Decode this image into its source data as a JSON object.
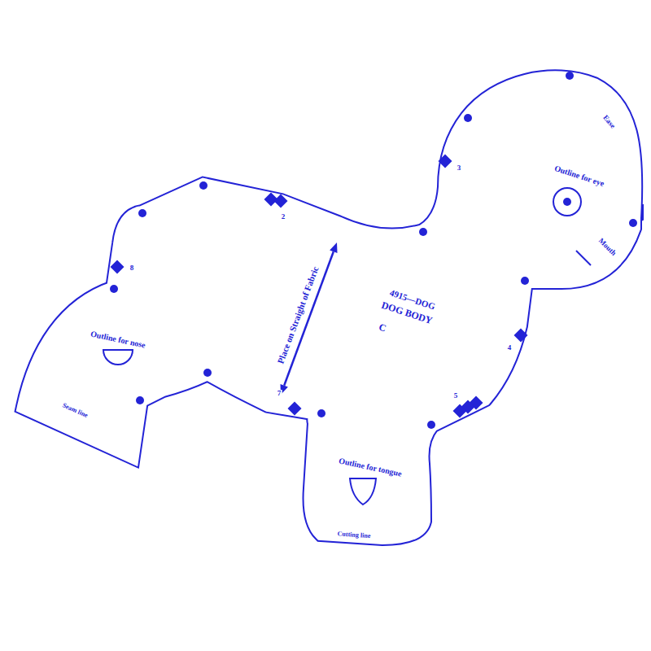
{
  "diagram": {
    "labels": [
      "Ease",
      "Outline for eye",
      "3",
      "2",
      "4915—DOG",
      "DOG BODY",
      "C",
      "Mouth",
      "8",
      "Place on Straight of Fabric",
      "4",
      "Outline for nose",
      "7",
      "5",
      "Seam line",
      "Outline for tongue",
      "Cutting line"
    ]
  }
}
